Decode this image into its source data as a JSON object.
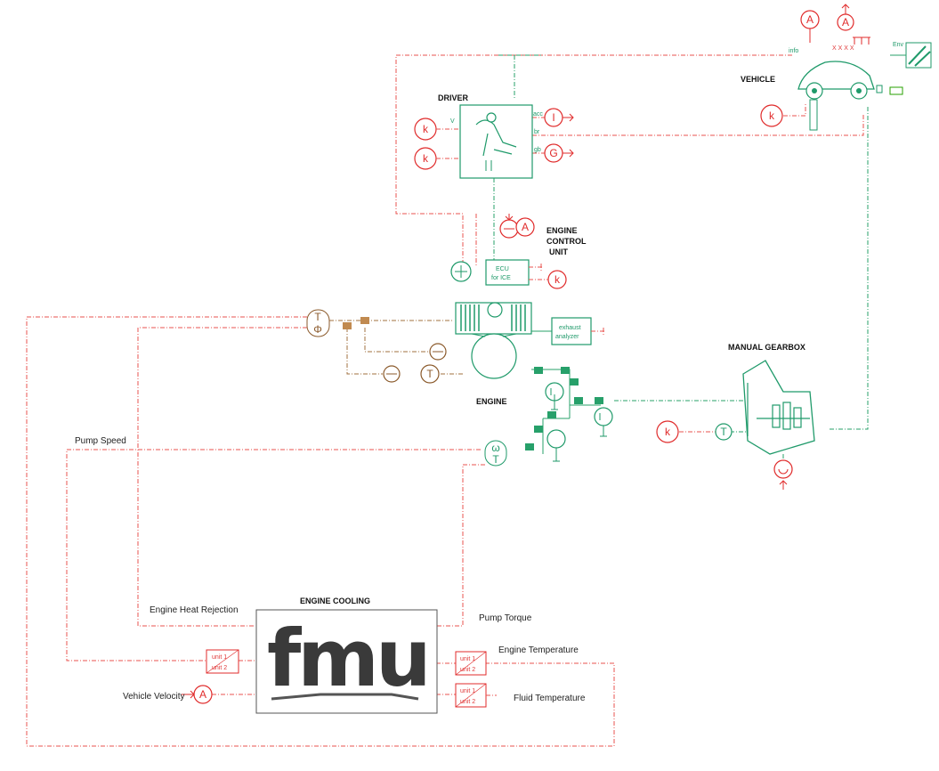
{
  "labels": {
    "driver": "DRIVER",
    "vehicle": "VEHICLE",
    "ecu_line1": "ENGINE",
    "ecu_line2": "CONTROL",
    "ecu_line3": "UNIT",
    "engine": "ENGINE",
    "gearbox": "MANUAL GEARBOX",
    "cooling": "ENGINE COOLING",
    "pump_speed": "Pump Speed",
    "heat_rejection": "Engine Heat Rejection",
    "pump_torque": "Pump Torque",
    "engine_temperature": "Engine Temperature",
    "fluid_temperature": "Fluid Temperature",
    "vehicle_velocity": "Vehicle Velocity",
    "fmu_logo": "fmu"
  },
  "blocks": {
    "ecu_line1": "ECU",
    "ecu_line2": "for ICE",
    "exhaust_line1": "exhaust",
    "exhaust_line2": "analyzer"
  },
  "ports": {
    "acc": "acc",
    "br": "br",
    "gb": "gb",
    "info": "info",
    "env": "Env",
    "v": "V"
  },
  "converters": {
    "unit1": "unit 1",
    "unit2": "unit 2"
  },
  "symbols": {
    "k": "k",
    "one": "I",
    "g": "G",
    "a": "A",
    "t": "T",
    "phi": "Φ",
    "omega": "ω"
  },
  "colors": {
    "signal": "#e8534f",
    "mechanical": "#27a06a",
    "thermal": "#a0703f"
  }
}
